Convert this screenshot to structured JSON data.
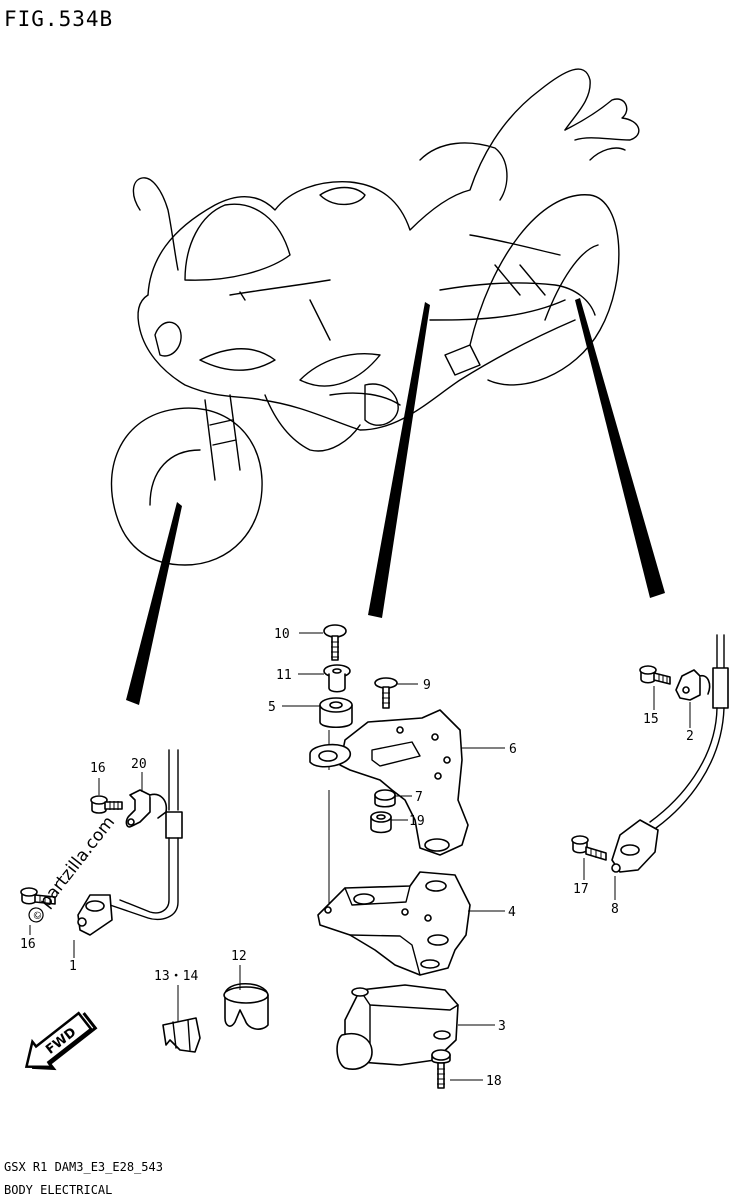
{
  "figure": {
    "title": "FIG.534B"
  },
  "footer": {
    "code": "GSX R1 DAM3_E3_E28_543",
    "section": "BODY ELECTRICAL"
  },
  "watermark": {
    "text": "partzilla.com",
    "symbol": "©"
  },
  "direction_badge": {
    "text": "FWD",
    "icon": "arrow-left-icon"
  },
  "callouts": {
    "c10": "10",
    "c11": "11",
    "c9": "9",
    "c5": "5",
    "c6": "6",
    "c7": "7",
    "c19": "19",
    "c4": "4",
    "c3": "3",
    "c18": "18",
    "c12": "12",
    "c13_14": "13・14",
    "c16a": "16",
    "c20": "20",
    "c16b": "16",
    "c1": "1",
    "c15": "15",
    "c2": "2",
    "c17": "17",
    "c8": "8"
  }
}
